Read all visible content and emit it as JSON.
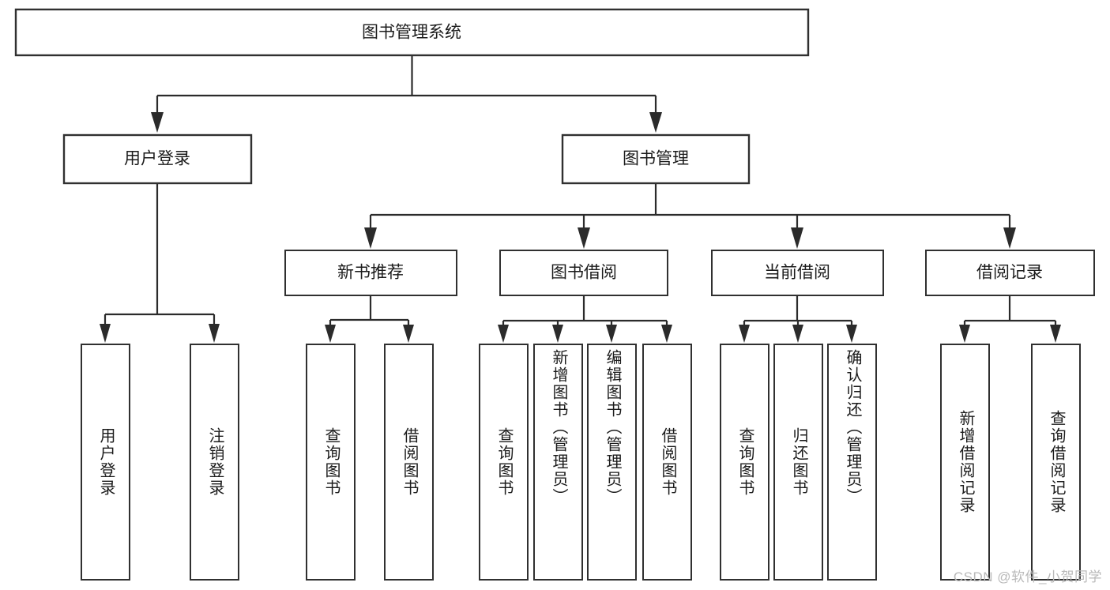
{
  "diagram": {
    "title": "图书管理系统",
    "type": "tree-hierarchy-flowchart",
    "root": {
      "id": "root",
      "label": "图书管理系统",
      "orientation": "horizontal"
    },
    "level2": [
      {
        "id": "user-login",
        "label": "用户登录",
        "orientation": "horizontal"
      },
      {
        "id": "book-management",
        "label": "图书管理",
        "orientation": "horizontal"
      }
    ],
    "level3": [
      {
        "id": "new-book-recommend",
        "label": "新书推荐",
        "orientation": "horizontal",
        "parent": "book-management"
      },
      {
        "id": "book-borrow",
        "label": "图书借阅",
        "orientation": "horizontal",
        "parent": "book-management"
      },
      {
        "id": "current-borrow",
        "label": "当前借阅",
        "orientation": "horizontal",
        "parent": "book-management"
      },
      {
        "id": "borrow-record",
        "label": "借阅记录",
        "orientation": "horizontal",
        "parent": "book-management"
      }
    ],
    "leaves": [
      {
        "id": "leaf-user-login",
        "label": "用户登录",
        "orientation": "vertical",
        "parent": "user-login"
      },
      {
        "id": "leaf-user-logout",
        "label": "注销登录",
        "orientation": "vertical",
        "parent": "user-login"
      },
      {
        "id": "leaf-query-book-1",
        "label": "查询图书",
        "orientation": "vertical",
        "parent": "new-book-recommend"
      },
      {
        "id": "leaf-borrow-book-1",
        "label": "借阅图书",
        "orientation": "vertical",
        "parent": "new-book-recommend"
      },
      {
        "id": "leaf-query-book-2",
        "label": "查询图书",
        "orientation": "vertical",
        "parent": "book-borrow"
      },
      {
        "id": "leaf-add-book",
        "label": "新增图书（管理员）",
        "orientation": "vertical",
        "parent": "book-borrow"
      },
      {
        "id": "leaf-edit-book",
        "label": "编辑图书（管理员）",
        "orientation": "vertical",
        "parent": "book-borrow"
      },
      {
        "id": "leaf-borrow-book-2",
        "label": "借阅图书",
        "orientation": "vertical",
        "parent": "book-borrow"
      },
      {
        "id": "leaf-query-book-3",
        "label": "查询图书",
        "orientation": "vertical",
        "parent": "current-borrow"
      },
      {
        "id": "leaf-return-book",
        "label": "归还图书",
        "orientation": "vertical",
        "parent": "current-borrow"
      },
      {
        "id": "leaf-confirm-return",
        "label": "确认归还（管理员）",
        "orientation": "vertical",
        "parent": "current-borrow"
      },
      {
        "id": "leaf-add-record",
        "label": "新增借阅记录",
        "orientation": "vertical",
        "parent": "borrow-record"
      },
      {
        "id": "leaf-query-record",
        "label": "查询借阅记录",
        "orientation": "vertical",
        "parent": "borrow-record"
      }
    ]
  },
  "watermark": {
    "text": "CSDN @软件_小贺同学"
  },
  "colors": {
    "background": "#ffffff",
    "box_fill": "#ffffff",
    "box_stroke": "#303030",
    "connector": "#2b2b2b",
    "text": "#1b1b1b",
    "watermark": "#b9b9b9"
  }
}
